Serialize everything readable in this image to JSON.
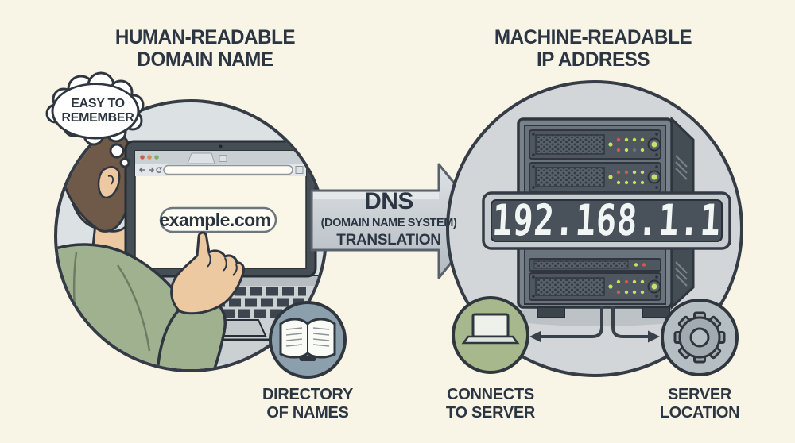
{
  "titles": {
    "left": {
      "line1": "HUMAN-READABLE",
      "line2": "DOMAIN NAME"
    },
    "right": {
      "line1": "MACHINE-READABLE",
      "line2": "IP ADDRESS"
    }
  },
  "thought_bubble": {
    "line1": "EASY TO",
    "line2": "REMEMBER"
  },
  "browser": {
    "url_text": "example.com"
  },
  "arrow": {
    "line1": "DNS",
    "line2": "(DOMAIN NAME SYSTEM)",
    "line3": "TRANSLATION"
  },
  "ip_display": {
    "value": "192.168.1.1"
  },
  "legend": [
    {
      "icon": "book-icon",
      "line1": "DIRECTORY",
      "line2": "OF NAMES"
    },
    {
      "icon": "laptop-icon",
      "line1": "CONNECTS",
      "line2": "TO SERVER"
    },
    {
      "icon": "gear-icon",
      "line1": "SERVER",
      "line2": "LOCATION"
    }
  ],
  "colors": {
    "background": "#f8f4e6",
    "ink": "#2c3643",
    "circle_left": "#dce1e4",
    "circle_right": "#d2d6d8",
    "circle_stroke": "#353c46",
    "arrow_fill_top": "#dde2e5",
    "arrow_fill_bottom": "#b3bac0",
    "arrow_stroke": "#59616a",
    "hair": "#6f5a49",
    "skin": "#edc9a2",
    "sleeve": "#a0b190",
    "laptop_frame": "#454d55",
    "laptop_base": "#ccd1d4",
    "screen_bg": "#faf6e8",
    "chrome": "#c9d0d4",
    "server_body": "#79828a",
    "server_side": "#444c54",
    "unit": "#4e575f",
    "led_green": "#c8e065",
    "led_red": "#cf5b50",
    "display_bezel": "#c6ccd0",
    "display_bg": "#49525a",
    "digits": "#f1f5f4",
    "book_circle": "#8ba0ac",
    "laptop_circle": "#a6b88c",
    "gear_circle": "#b5bec3"
  }
}
